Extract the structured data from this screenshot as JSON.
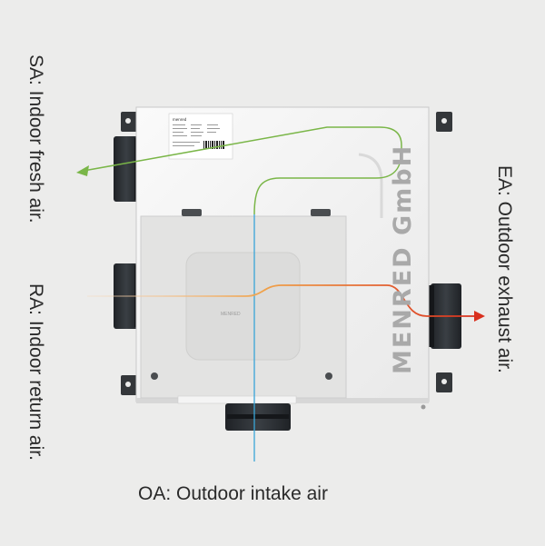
{
  "labels": {
    "sa": "SA: Indoor fresh air.",
    "ra": "RA: Indoor return air.",
    "ea": "EA: Outdoor exhaust air.",
    "oa": "OA: Outdoor intake air"
  },
  "unit": {
    "brand": "MENRED GmbH",
    "sticker_logo": "menred",
    "panel_logo": "MENRED"
  },
  "colors": {
    "background": "#ececeb",
    "body": "#f4f4f4",
    "panel": "#e6e6e5",
    "duct": "#2e3236",
    "sa_flow": "#7ab648",
    "oa_flow": "#3aa5d8",
    "ra_flow_start": "#f2b98a",
    "ra_flow_end": "#d9301e",
    "label_text": "#2a2a2a"
  }
}
